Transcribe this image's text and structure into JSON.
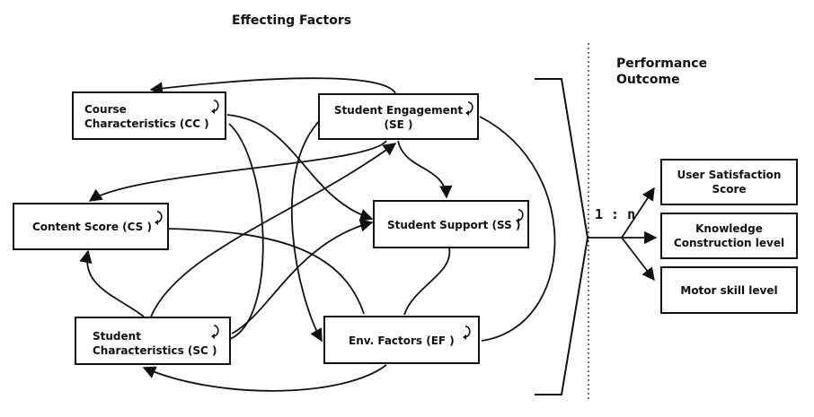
{
  "headings": {
    "left_title": "Effecting Factors",
    "right_title": "Performance\nOutcome"
  },
  "factors": {
    "cc": "Course\nCharacteristics (CC )",
    "se": "Student Engagement\n(SE )",
    "cs": "Content Score (CS )",
    "ss": "Student Support (SS )",
    "sc": "Student\nCharacteristics (SC )",
    "ef": "Env. Factors (EF )"
  },
  "ratio": "1 : n",
  "outcomes": {
    "us": "User Satisfaction\nScore",
    "kc": "Knowledge\nConstruction level",
    "ms": "Motor skill level"
  },
  "colors": {
    "line": "#111111",
    "background": "#ffffff"
  },
  "icons": {
    "self_loop": "self-loop-arrow-icon",
    "arrowhead": "arrowhead-icon"
  }
}
